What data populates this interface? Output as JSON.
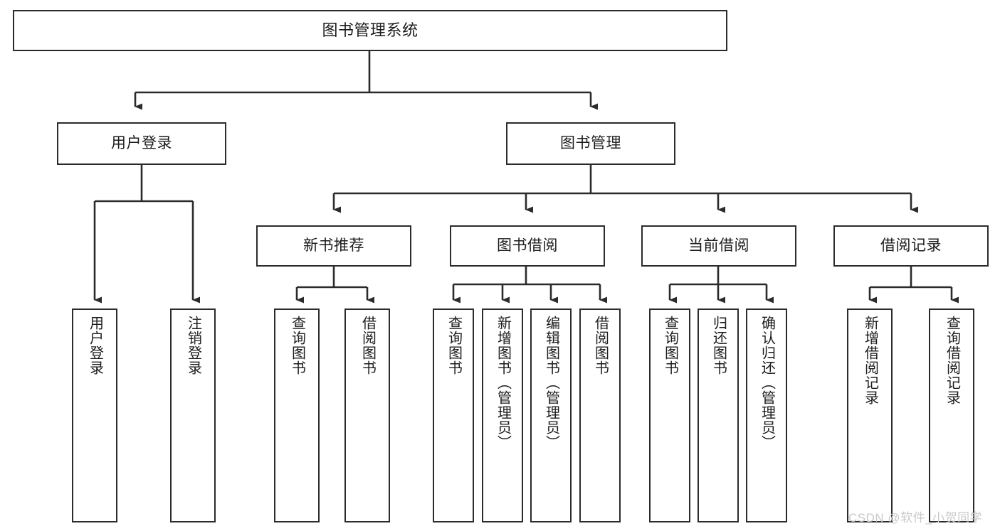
{
  "diagram": {
    "title": "图书管理系统",
    "type": "tree-hierarchy",
    "orientation": "top-down",
    "background_color": "#ffffff",
    "node_border_color": "#2b2b2b",
    "node_fill_color": "#ffffff",
    "edge_color": "#2b2b2b",
    "watermark": "CSDN @软件_小贺同学",
    "watermark_color": "#c9c9c9"
  },
  "nodes": {
    "root": {
      "label": "图书管理系统",
      "level": 0
    },
    "level1": [
      {
        "id": "user-login",
        "label": "用户登录",
        "level": 1
      },
      {
        "id": "book-manage",
        "label": "图书管理",
        "level": 1
      }
    ],
    "level2": [
      {
        "id": "new-book-recommend",
        "label": "新书推荐",
        "level": 2,
        "parent": "book-manage"
      },
      {
        "id": "book-borrow",
        "label": "图书借阅",
        "level": 2,
        "parent": "book-manage"
      },
      {
        "id": "current-borrow",
        "label": "当前借阅",
        "level": 2,
        "parent": "book-manage"
      },
      {
        "id": "borrow-record",
        "label": "借阅记录",
        "level": 2,
        "parent": "book-manage"
      }
    ],
    "leaves": [
      {
        "id": "leaf-user-login",
        "label": "用户登录",
        "parent": "user-login"
      },
      {
        "id": "leaf-logout-login",
        "label": "注销登录",
        "parent": "user-login"
      },
      {
        "id": "leaf-query-book-1",
        "label": "查询图书",
        "parent": "new-book-recommend"
      },
      {
        "id": "leaf-borrow-book-1",
        "label": "借阅图书",
        "parent": "new-book-recommend"
      },
      {
        "id": "leaf-query-book-2",
        "label": "查询图书",
        "parent": "book-borrow"
      },
      {
        "id": "leaf-add-book",
        "label": "新增图书（管理员）",
        "parent": "book-borrow"
      },
      {
        "id": "leaf-edit-book",
        "label": "编辑图书（管理员）",
        "parent": "book-borrow"
      },
      {
        "id": "leaf-borrow-book-2",
        "label": "借阅图书",
        "parent": "book-borrow"
      },
      {
        "id": "leaf-query-book-3",
        "label": "查询图书",
        "parent": "current-borrow"
      },
      {
        "id": "leaf-return-book",
        "label": "归还图书",
        "parent": "current-borrow"
      },
      {
        "id": "leaf-confirm-return",
        "label": "确认归还（管理员）",
        "parent": "current-borrow"
      },
      {
        "id": "leaf-add-record",
        "label": "新增借阅记录",
        "parent": "borrow-record"
      },
      {
        "id": "leaf-query-record",
        "label": "查询借阅记录",
        "parent": "borrow-record"
      }
    ]
  }
}
